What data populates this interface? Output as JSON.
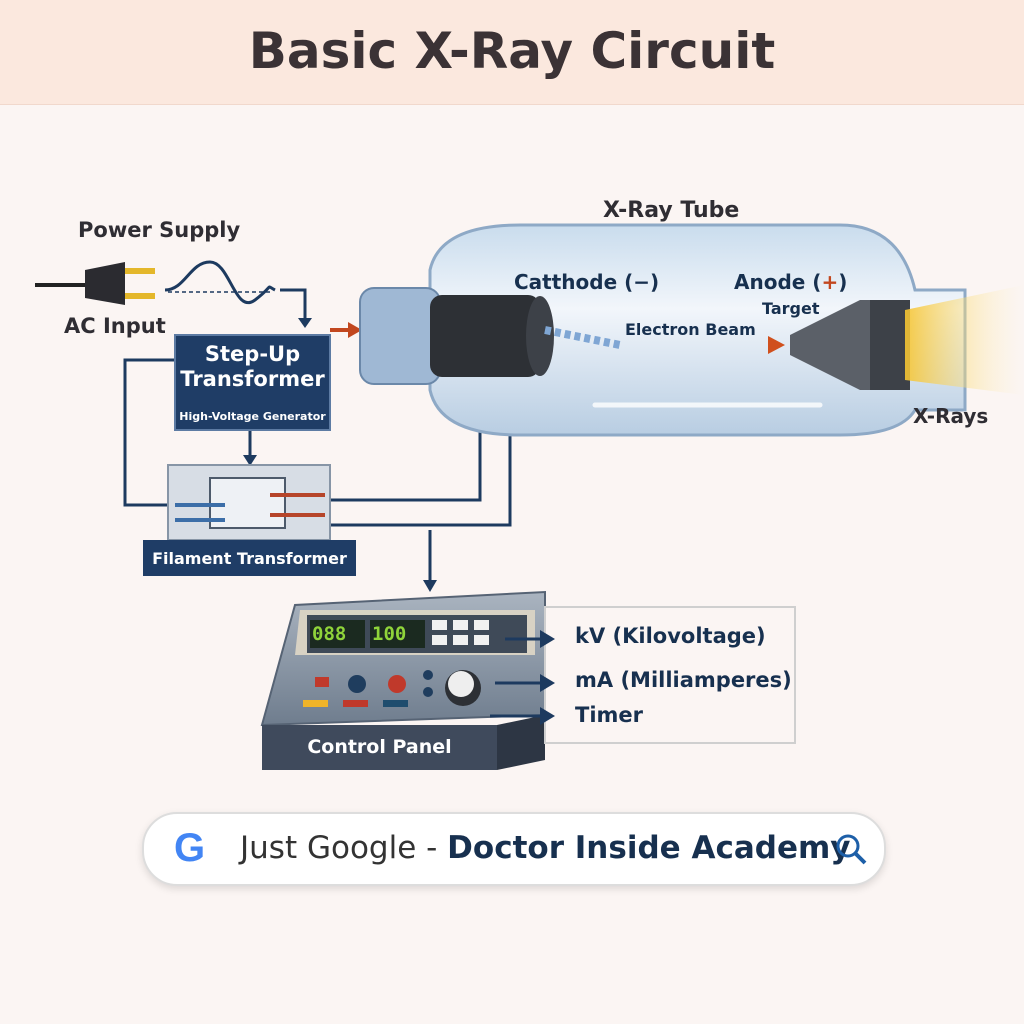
{
  "title": "Basic X-Ray Circuit",
  "labels": {
    "power_supply": "Power Supply",
    "ac_input": "AC Input",
    "xray_tube": "X-Ray Tube",
    "cathode": "Catthode (−)",
    "anode": "Anode (",
    "anode_plus": "+",
    "anode_close": ")",
    "target": "Target",
    "electron_beam": "Electron Beam",
    "xrays": "X-Rays",
    "stepup_line1": "Step-Up",
    "stepup_line2": "Transformer",
    "hv_generator": "High-Voltage Generator",
    "filament_transformer": "Filament Transformer",
    "control_panel": "Control Panel"
  },
  "control_panel": {
    "display_1": "088",
    "display_2": "100",
    "outputs": [
      "kV (Kilovoltage)",
      "mA (Milliamperes)",
      "Timer"
    ]
  },
  "search_bar": {
    "prefix": "Just Google - ",
    "query": "Doctor Inside Academy",
    "icon": "search-icon",
    "logo": "G"
  },
  "colors": {
    "navy": "#1d3a5f",
    "arrow_red": "#c2471f",
    "header_bg": "#fbe8de"
  }
}
